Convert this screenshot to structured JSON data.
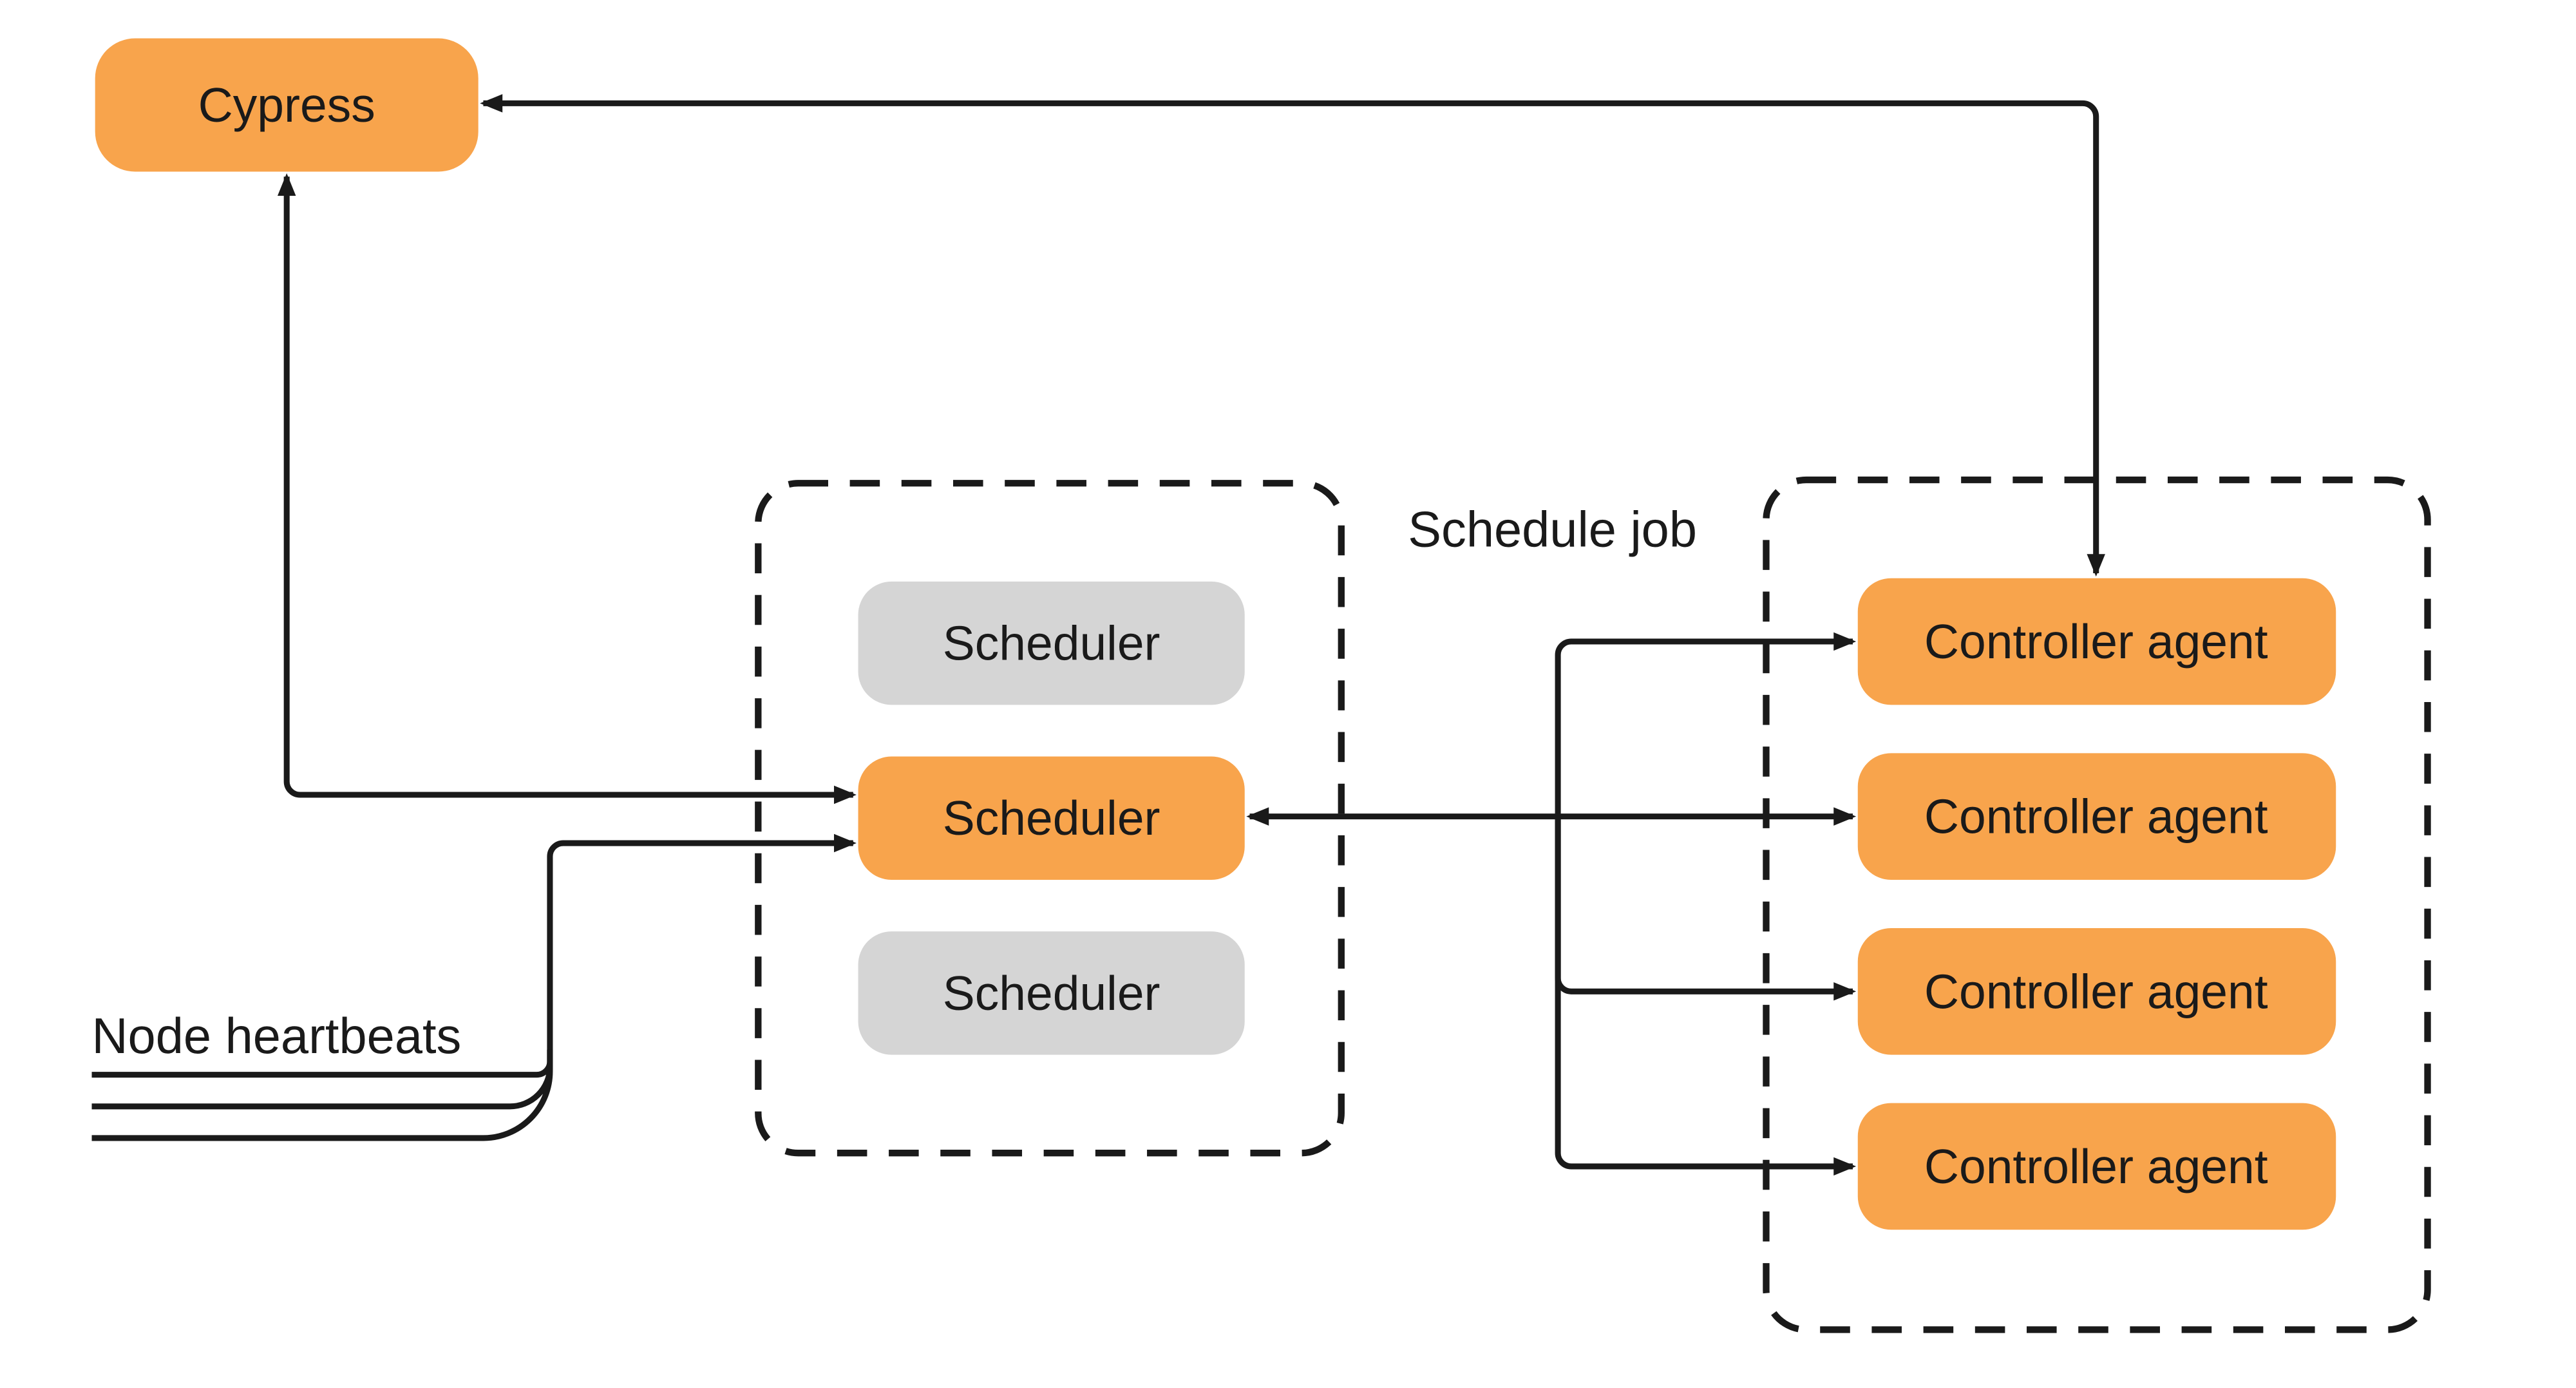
{
  "colors": {
    "node_active": "#F8A44C",
    "node_inactive": "#D5D5D5",
    "edge": "#1A1A1A",
    "text": "#1A1A1A"
  },
  "nodes": {
    "cypress": {
      "label": "Cypress"
    },
    "schedulers": [
      {
        "label": "Scheduler",
        "state": "inactive"
      },
      {
        "label": "Scheduler",
        "state": "active"
      },
      {
        "label": "Scheduler",
        "state": "inactive"
      }
    ],
    "controller_agents": [
      {
        "label": "Controller agent"
      },
      {
        "label": "Controller agent"
      },
      {
        "label": "Controller agent"
      },
      {
        "label": "Controller agent"
      }
    ]
  },
  "edge_labels": {
    "schedule_job": "Schedule job",
    "node_heartbeats": "Node heartbeats"
  }
}
